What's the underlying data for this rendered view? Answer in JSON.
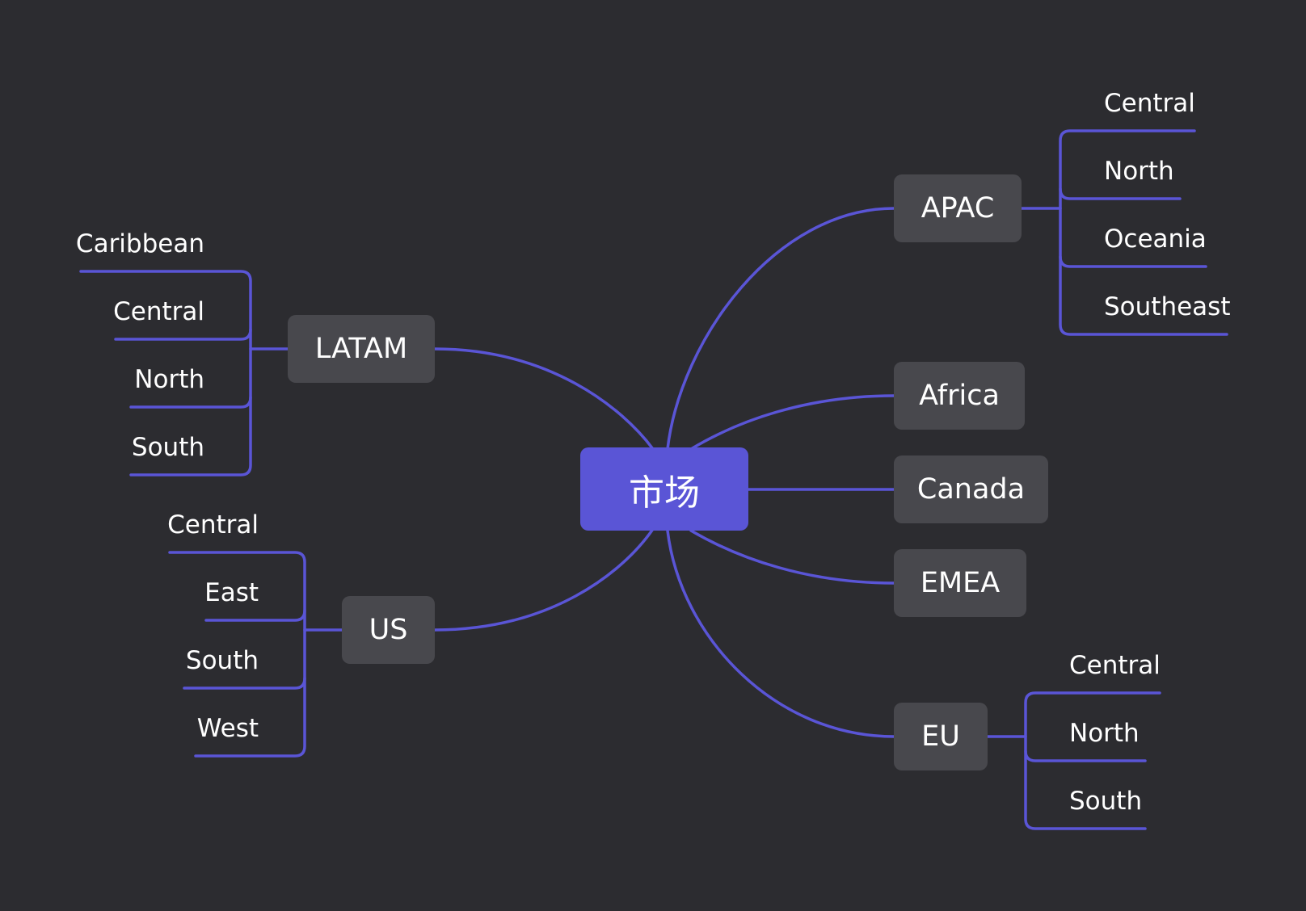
{
  "colors": {
    "background": "#2c2c30",
    "accent": "#5a55d6",
    "node_fill": "#48484d",
    "text": "#ffffff"
  },
  "root": {
    "label": "市场"
  },
  "branches": [
    {
      "key": "latam",
      "label": "LATAM",
      "children": [
        "Caribbean",
        "Central",
        "North",
        "South"
      ]
    },
    {
      "key": "us",
      "label": "US",
      "children": [
        "Central",
        "East",
        "South",
        "West"
      ]
    },
    {
      "key": "apac",
      "label": "APAC",
      "children": [
        "Central",
        "North",
        "Oceania",
        "Southeast"
      ]
    },
    {
      "key": "africa",
      "label": "Africa",
      "children": []
    },
    {
      "key": "canada",
      "label": "Canada",
      "children": []
    },
    {
      "key": "emea",
      "label": "EMEA",
      "children": []
    },
    {
      "key": "eu",
      "label": "EU",
      "children": [
        "Central",
        "North",
        "South"
      ]
    }
  ]
}
